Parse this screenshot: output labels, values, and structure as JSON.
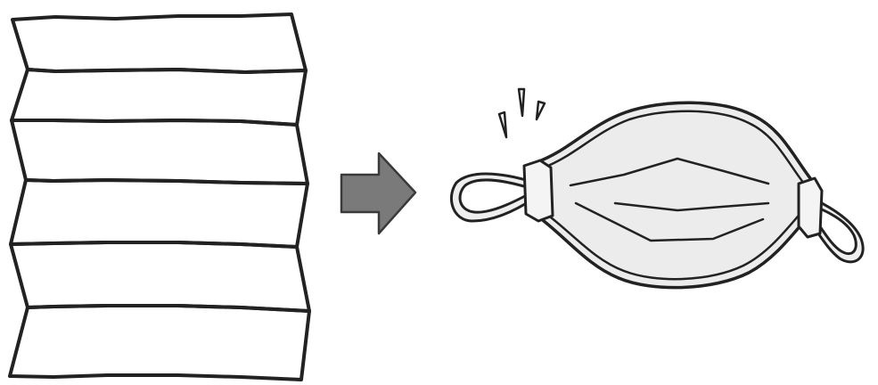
{
  "diagram": {
    "colors": {
      "ink": "#222222",
      "panel_shaded": "#e8e8e8",
      "panel_plain": "#ffffff",
      "arrow_fill": "#7a7a7a",
      "arrow_stroke": "#3a3a3a",
      "mask_fill": "#ececec",
      "loop_fill": "#eeeeee"
    },
    "folded_sheet": {
      "panel_count": 6,
      "shading": [
        "shaded",
        "plain",
        "shaded",
        "plain",
        "shaded",
        "plain"
      ]
    },
    "arrow": {
      "icon": "right-arrow-icon",
      "direction": "right"
    },
    "mask": {
      "icon": "face-mask-icon",
      "pleat_count": 3,
      "ear_loops": 2,
      "sparkle_marks": 3
    }
  }
}
